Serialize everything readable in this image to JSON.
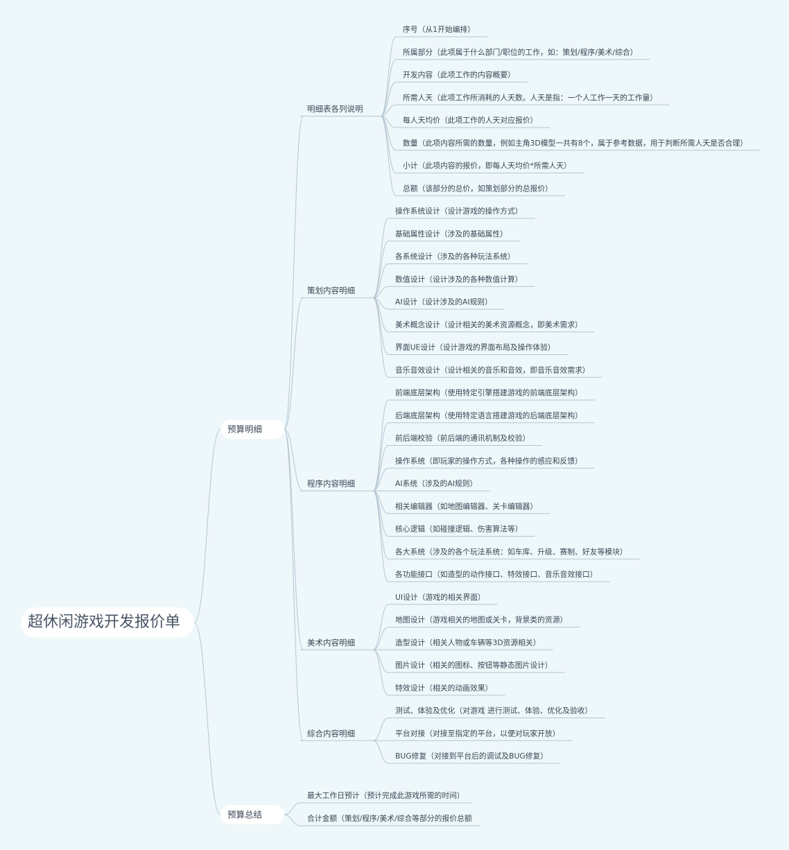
{
  "root": {
    "label": "超休闲游戏开发报价单"
  },
  "branches": [
    {
      "label": "预算明细",
      "children": [
        {
          "label": "明细表各列说明",
          "items": [
            "序号（从1开始编排）",
            "所属部分（此项属于什么部门/职位的工作，如：策划/程序/美术/综合）",
            "开发内容（此项工作的内容概要）",
            "所需人天（此项工作所消耗的人天数。人天是指：一个人工作一天的工作量）",
            "每人天均价（此项工作的人天对应报价）",
            "数量（此项内容所需的数量，例如主角3D模型一共有8个，属于参考数据，用于判断所需人天是否合理）",
            "小计（此项内容的报价，即每人天均价*所需人天）",
            "总额（该部分的总价，如策划部分的总报价）"
          ]
        },
        {
          "label": "策划内容明细",
          "items": [
            "操作系统设计（设计游戏的操作方式）",
            "基础属性设计（涉及的基础属性）",
            "各系统设计（涉及的各种玩法系统）",
            "数值设计（设计涉及的各种数值计算）",
            "AI设计（设计涉及的AI规则）",
            "美术概念设计（设计相关的美术资源概念，即美术需求）",
            "界面UE设计（设计游戏的界面布局及操作体验）",
            "音乐音效设计（设计相关的音乐和音效，即音乐音效需求）"
          ]
        },
        {
          "label": "程序内容明细",
          "items": [
            "前端底层架构（使用特定引擎搭建游戏的前端底层架构）",
            "后端底层架构（使用特定语言搭建游戏的后端底层架构）",
            "前后端校验（前后端的通讯机制及校验）",
            "操作系统（即玩家的操作方式，各种操作的感应和反馈）",
            "AI系统（涉及的AI规则）",
            "相关编辑器（如地图编辑器、关卡编辑器）",
            "核心逻辑（如碰撞逻辑、伤害算法等）",
            "各大系统（涉及的各个玩法系统：如车库、升级、赛制、好友等模块）",
            "各功能接口（如造型的动作接口、特效接口、音乐音效接口）"
          ]
        },
        {
          "label": "美术内容明细",
          "items": [
            "UI设计（游戏的相关界面）",
            "地图设计（游戏相关的地图或关卡，背景类的资源）",
            "造型设计（相关人物或车辆等3D资源相关）",
            "图片设计（相关的图标、按钮等静态图片设计）",
            "特效设计（相关的动画效果）"
          ]
        },
        {
          "label": "综合内容明细",
          "items": [
            "测试、体验及优化（对游戏 进行测试、体验、优化及验收）",
            "平台对接（对接至指定的平台，以便对玩家开放）",
            "BUG修复（对接到平台后的调试及BUG修复）"
          ]
        }
      ]
    },
    {
      "label": "预算总结",
      "leaves": [
        "最大工作日预计（预计完成此游戏所需的时间）",
        "合计金额（策划/程序/美术/综合等部分的报价总额"
      ]
    }
  ]
}
